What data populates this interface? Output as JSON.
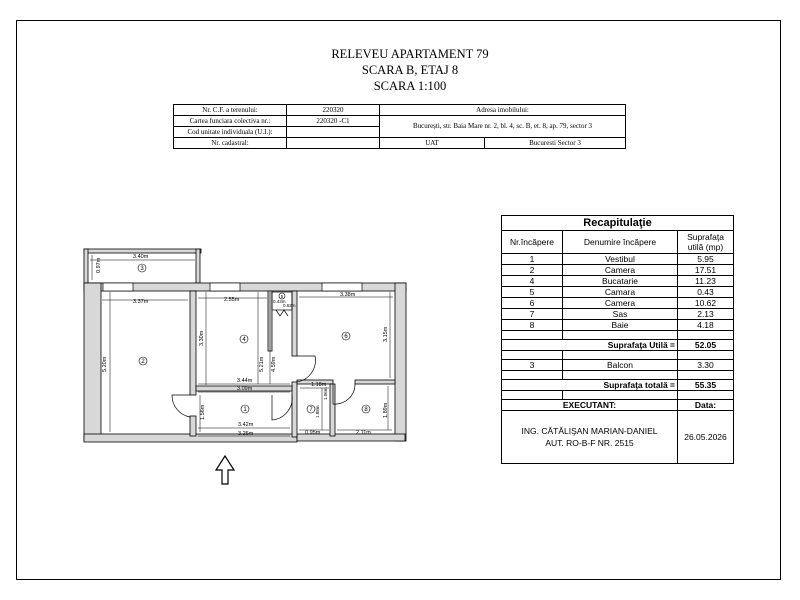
{
  "title": {
    "line1": "RELEVEU APARTAMENT  79",
    "line2": "SCARA B, ETAJ 8",
    "line3": "SCARA 1:100"
  },
  "cadastral_table": {
    "nr_cf_label": "Nr. C.F. a terenului:",
    "nr_cf_value": "220320",
    "adresa_label": "Adresa imobilului:",
    "carte_label": "Cartea funciara colectiva nr.:",
    "carte_value": "220320 -C1",
    "adresa_value": "București, str. Baia Mare nr. 2, bl. 4, sc. B, et. 8, ap. 79, sector 3",
    "cod_label": "Cod unitate individuala (U.I.):",
    "cod_value": "",
    "nr_cad_label": "Nr. cadastral:",
    "nr_cad_value": "",
    "uat_label": "UAT",
    "uat_value": "Bucuresti Sector 3"
  },
  "recap": {
    "title": "Recapitulaţie",
    "col_nr": "Nr.încăpere",
    "col_name": "Denumire încăpere",
    "col_area": "Suprafaţa utilă (mp)",
    "rooms": [
      {
        "nr": "1",
        "name": "Vestibul",
        "area": "5.95"
      },
      {
        "nr": "2",
        "name": "Camera",
        "area": "17.51"
      },
      {
        "nr": "4",
        "name": "Bucatarie",
        "area": "11.23"
      },
      {
        "nr": "5",
        "name": "Camara",
        "area": "0.43"
      },
      {
        "nr": "6",
        "name": "Camera",
        "area": "10.62"
      },
      {
        "nr": "7",
        "name": "Sas",
        "area": "2.13"
      },
      {
        "nr": "8",
        "name": "Baie",
        "area": "4.18"
      }
    ],
    "util_label": "Suprafaţa Utilă =",
    "util_value": "52.05",
    "balcon_nr": "3",
    "balcon_name": "Balcon",
    "balcon_area": "3.30",
    "total_label": "Suprafaţa totală =",
    "total_value": "55.35",
    "executant_label": "EXECUTANT:",
    "data_label": "Data:",
    "executant_name": "ING. CĂTĂLIŞAN MARIAN-DANIEL",
    "executant_aut": "AUT. RO-B-F NR. 2515",
    "date": "26.05.2026"
  },
  "plan": {
    "room_numbers": [
      "1",
      "2",
      "3",
      "4",
      "5",
      "6",
      "7",
      "8"
    ],
    "dim_balcon_w": "3.40m",
    "dim_balcon_h": "0.97m",
    "dim_room2_w": "3.37m",
    "dim_room2_h": "5.20m",
    "dim_room4_w": "2.55m",
    "dim_room4_h": "3.30m",
    "dim_room4_b1": "3.44m",
    "dim_room4_b2": "3.09m",
    "dim_room5_a": "0.43m",
    "dim_room5_b": "0.62m",
    "dim_room5_h1": "5.21m",
    "dim_room5_h2": "4.59m",
    "dim_room6_w": "3.38m",
    "dim_room6_h": "3.15m",
    "dim_room1_w1": "3.42m",
    "dim_room1_w2": "3.26m",
    "dim_room1_h": "1.56m",
    "dim_sas_a": "1.18m",
    "dim_sas_b": "1.06m",
    "dim_sas_c": "0.95m",
    "dim_sas_h": "1.88m",
    "dim_baie_w": "2.11m",
    "dim_baie_h": "1.89m"
  }
}
